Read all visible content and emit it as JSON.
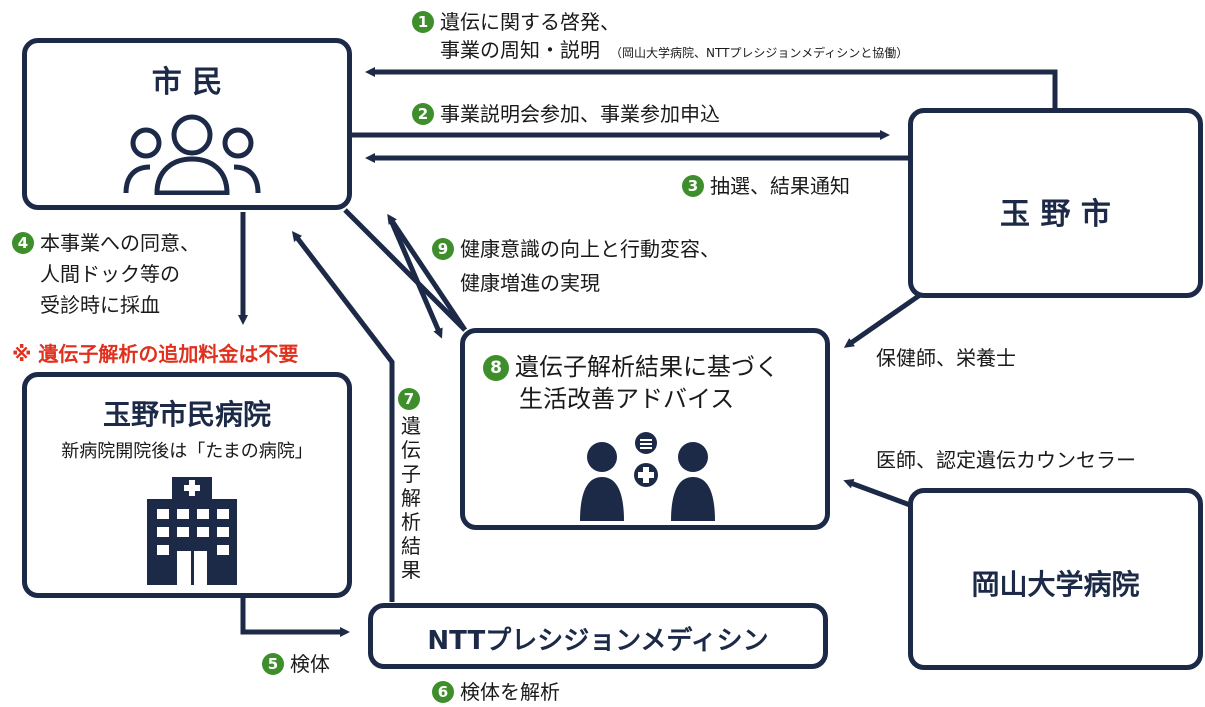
{
  "nodes": {
    "citizen": "市 民",
    "city": "玉 野 市",
    "hospital": "玉野市民病院",
    "hospital_sub": "新病院開院後は「たまの病院」",
    "advice_line1": "遺伝子解析結果に基づく",
    "advice_line2": "生活改善アドバイス",
    "advice_num": "8",
    "ntt": "NTTプレシジョンメディシン",
    "okayama": "岡山大学病院"
  },
  "labels": {
    "s1_num": "1",
    "s1_line1": "遺伝に関する啓発、",
    "s1_line2": "事業の周知・説明",
    "s1_note": "（岡山大学病院、NTTプレシジョンメディシンと協働）",
    "s2_num": "2",
    "s2": "事業説明会参加、事業参加申込",
    "s3_num": "3",
    "s3": "抽選、結果通知",
    "s4_num": "4",
    "s4_line1": "本事業への同意、",
    "s4_line2": "人間ドック等の",
    "s4_line3": "受診時に採血",
    "note_red": "※ 遺伝子解析の追加料金は不要",
    "s5_num": "5",
    "s5": "検体",
    "s6_num": "6",
    "s6": "検体を解析",
    "s7_num": "7",
    "s7_vertical": "遺伝子解析結果",
    "s9_num": "9",
    "s9_line1": "健康意識の向上と行動変容、",
    "s9_line2": "健康増進の実現",
    "staff_city": "保健師、栄養士",
    "staff_okayama": "医師、認定遺伝カウンセラー"
  },
  "icons": [
    "people-icon",
    "hospital-building-icon",
    "counseling-icon"
  ],
  "colors": {
    "navy": "#1c2a48",
    "green": "#3e8e2c",
    "red": "#e0301e"
  }
}
